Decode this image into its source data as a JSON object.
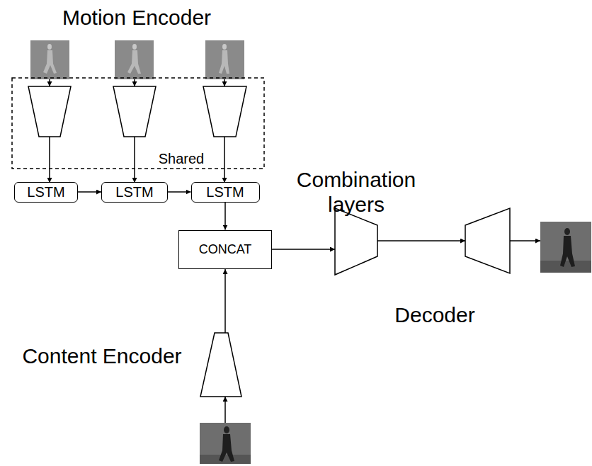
{
  "diagram": {
    "nodes": [
      {
        "text": [
          "LSTM"
        ]
      },
      {
        "text": [
          "LSTM"
        ]
      },
      {
        "text": [
          "LSTM"
        ]
      },
      {
        "text": [
          "CONCAT"
        ]
      }
    ],
    "edges": [
      {
        "from": 0,
        "to": 1,
        "arrow": "to"
      },
      {
        "from": 1,
        "to": 2,
        "arrow": "to"
      },
      {
        "from": 2,
        "to": 3,
        "arrow": "to"
      }
    ],
    "labels": [
      "Motion Encoder",
      "Shared",
      "Combination layers",
      "Decoder",
      "Content Encoder"
    ]
  }
}
